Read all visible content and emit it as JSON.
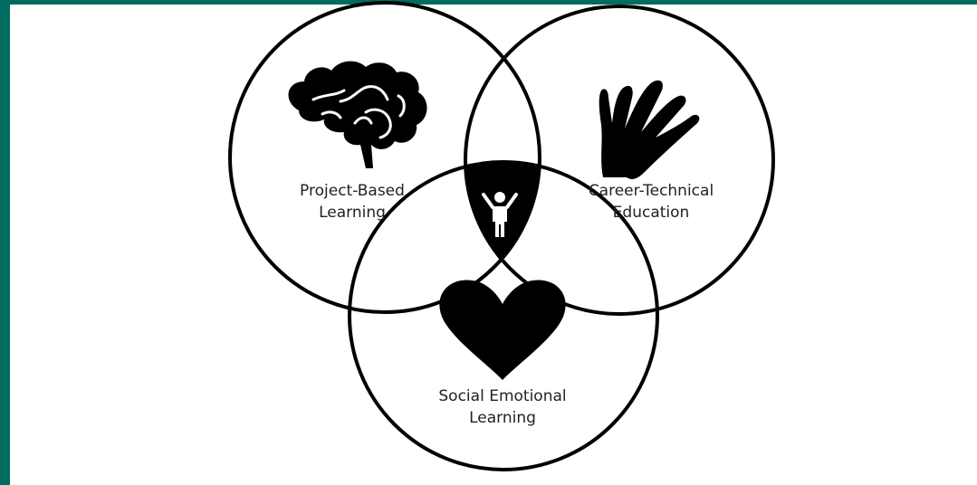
{
  "colors": {
    "frame": "#006b5f",
    "background": "#ffffff",
    "stroke": "#000000",
    "text": "#222222"
  },
  "diagram": {
    "type": "venn",
    "circles": [
      {
        "id": "project-based-learning",
        "label_line1": "Project-Based",
        "label_line2": "Learning",
        "icon": "brain-icon"
      },
      {
        "id": "career-technical-education",
        "label_line1": "Career-Technical",
        "label_line2": "Education",
        "icon": "hand-icon"
      },
      {
        "id": "social-emotional-learning",
        "label_line1": "Social Emotional",
        "label_line2": "Learning",
        "icon": "heart-icon"
      }
    ],
    "center_icon": "person-icon"
  }
}
